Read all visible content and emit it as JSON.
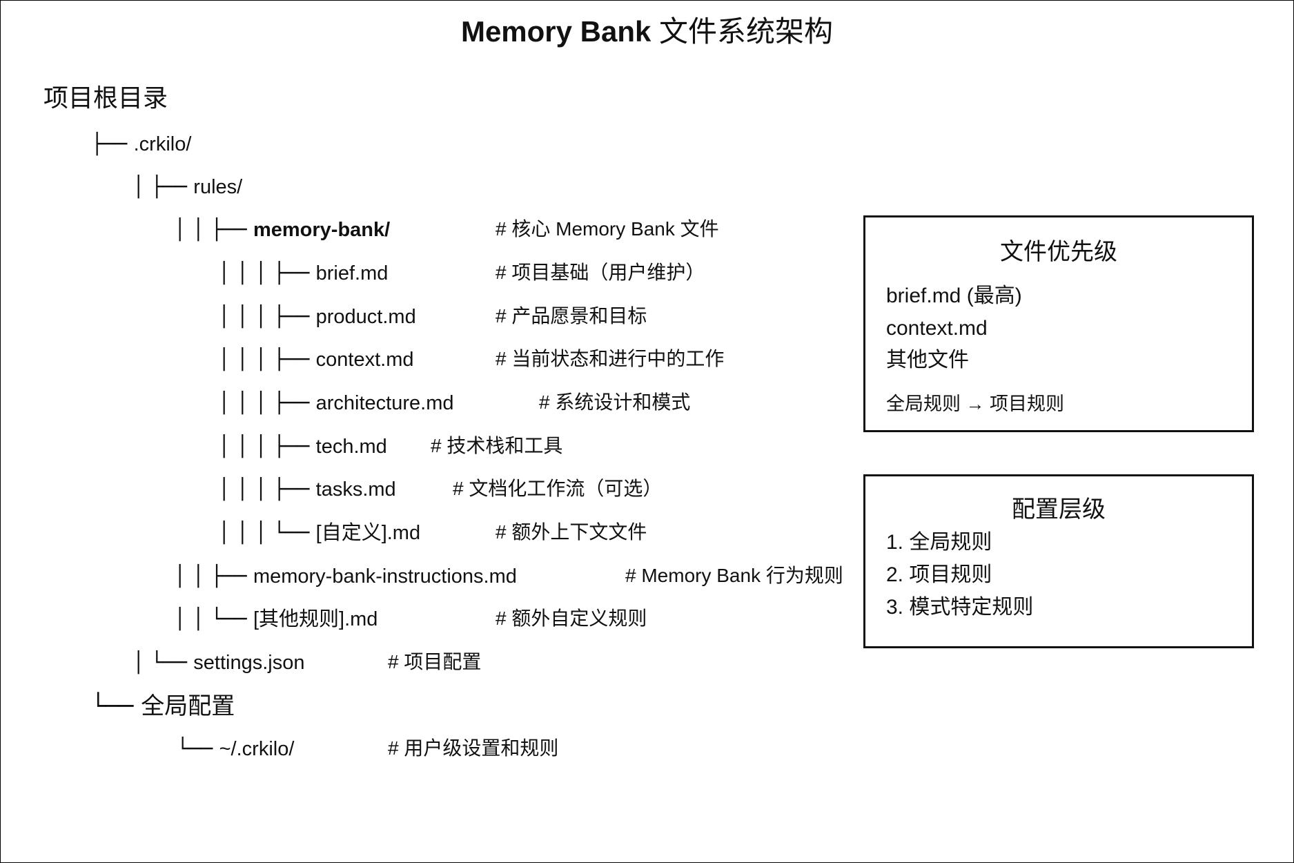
{
  "title": {
    "bold": "Memory Bank",
    "rest": " 文件系统架构"
  },
  "root": "项目根目录",
  "tree": [
    {
      "prefix": "├── ",
      "name": ".crkilo/",
      "comment": "",
      "bold": false
    },
    {
      "prefix": "│ ├── ",
      "name": "rules/",
      "comment": "",
      "bold": false
    },
    {
      "prefix": "│ │ ├── ",
      "name": "memory-bank/",
      "comment": "# 核心  Memory Bank 文件",
      "bold": true
    },
    {
      "prefix": "│ │ │ ├── ",
      "name": "brief.md",
      "comment": "# 项目基础（用户维护）",
      "bold": false
    },
    {
      "prefix": "│ │ │ ├── ",
      "name": "product.md",
      "comment": "# 产品愿景和目标",
      "bold": false
    },
    {
      "prefix": "│ │ │ ├── ",
      "name": "context.md",
      "comment": "# 当前状态和进行中的工作",
      "bold": false
    },
    {
      "prefix": "│ │ │ ├── ",
      "name": "architecture.md",
      "comment": "# 系统设计和模式",
      "bold": false
    },
    {
      "prefix": "│ │ │ ├── ",
      "name": "tech.md",
      "comment": "# 技术栈和工具",
      "bold": false
    },
    {
      "prefix": "│ │ │ ├── ",
      "name": "tasks.md",
      "comment": "# 文档化工作流（可选）",
      "bold": false
    },
    {
      "prefix": "│ │ │ └── ",
      "name": "[自定义].md",
      "comment": "# 额外上下文文件",
      "bold": false
    },
    {
      "prefix": "│ │ ├── ",
      "name": "memory-bank-instructions.md",
      "comment": "# Memory Bank 行为规则",
      "bold": false
    },
    {
      "prefix": "│ │ └── ",
      "name": "[其他规则].md",
      "comment": "# 额外自定义规则",
      "bold": false
    },
    {
      "prefix": "│ └── ",
      "name": "settings.json",
      "comment": "# 项目配置",
      "bold": false
    },
    {
      "prefix": "└── ",
      "name": "全局配置",
      "comment": "",
      "bold": false
    },
    {
      "prefix": "└── ",
      "name": "~/.crkilo/",
      "comment": "# 用户级设置和规则",
      "bold": false
    }
  ],
  "priority_box": {
    "title": "文件优先级",
    "items": [
      "brief.md (最高)",
      "context.md",
      "其他文件"
    ],
    "note": "全局规则 → 项目规则"
  },
  "config_box": {
    "title": "配置层级",
    "items": [
      "1. 全局规则",
      "2. 项目规则",
      "3. 模式特定规则"
    ]
  }
}
